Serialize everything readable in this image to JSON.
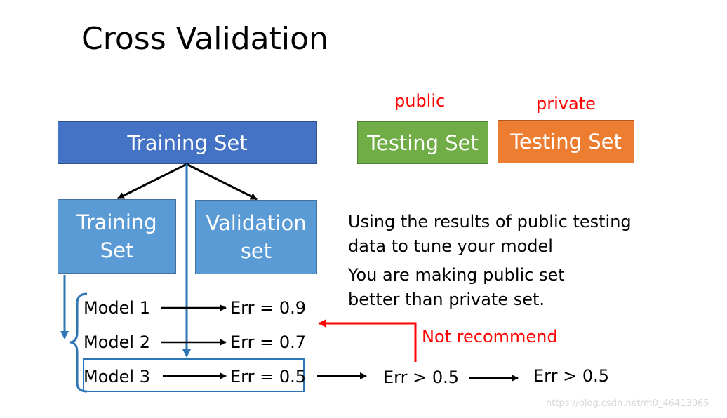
{
  "title": "Cross Validation",
  "boxes": {
    "training_set": "Training Set",
    "public_testing_set": "Testing Set",
    "private_testing_set": "Testing Set",
    "sub_training_line1": "Training",
    "sub_training_line2": "Set",
    "validation_line1": "Validation",
    "validation_line2": "set"
  },
  "labels": {
    "public": "public",
    "private": "private",
    "not_recommend": "Not recommend"
  },
  "notes": {
    "line1": "Using the results of public testing",
    "line2": "data to tune your model",
    "line3": "You are making public set",
    "line4": "better than private set."
  },
  "models": [
    {
      "name": "Model 1",
      "err": "Err = 0.9"
    },
    {
      "name": "Model 2",
      "err": "Err = 0.7"
    },
    {
      "name": "Model 3",
      "err": "Err = 0.5"
    }
  ],
  "results": {
    "public_err": "Err > 0.5",
    "private_err": "Err > 0.5"
  },
  "colors": {
    "training_blue": "#4472C4",
    "light_blue": "#5B9BD5",
    "public_green": "#70AD47",
    "private_orange": "#ED7D31",
    "arrow_blue": "#2E75B6",
    "red": "#FF0000"
  },
  "watermark": "https://blog.csdn.net/m0_46413065"
}
